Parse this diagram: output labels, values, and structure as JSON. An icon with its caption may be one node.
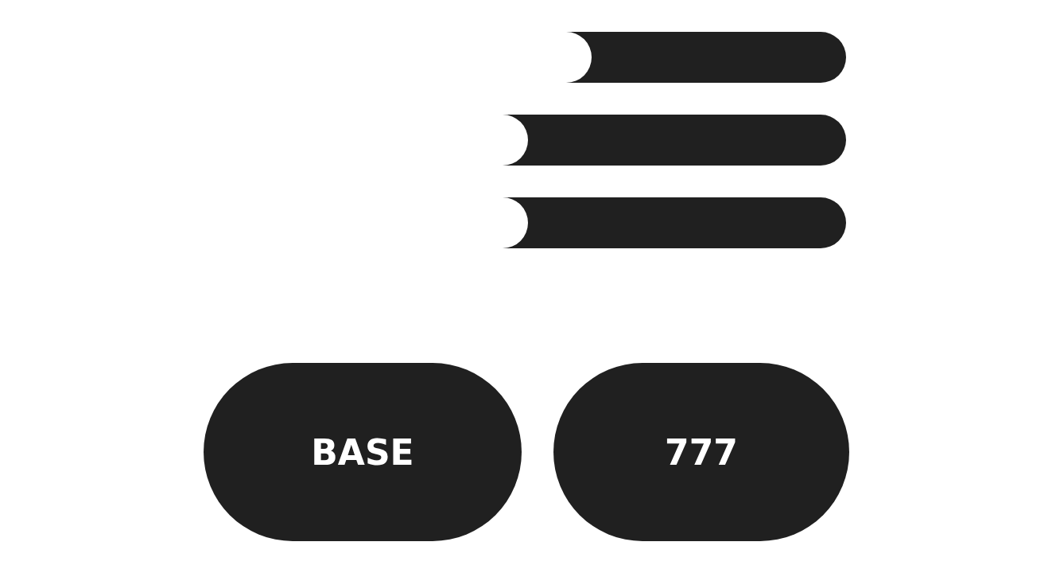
{
  "diagram": {
    "nodes": [
      {
        "text": [],
        "shape": "bar"
      },
      {
        "text": [],
        "shape": "bar"
      },
      {
        "text": [],
        "shape": "bar"
      },
      {
        "text": [
          "BASE"
        ]
      },
      {
        "text": [
          "777"
        ]
      }
    ]
  }
}
